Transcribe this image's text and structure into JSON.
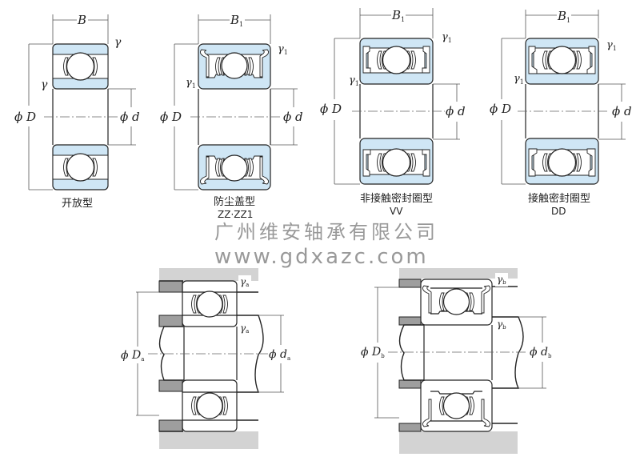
{
  "figures": {
    "open": {
      "caption": "开放型",
      "code": "",
      "width_label": "B",
      "radius_label": "γ",
      "outer_label": "ϕ D",
      "bore_label": "ϕ d"
    },
    "shield": {
      "caption": "防尘盖型",
      "code": "ZZ·ZZ1",
      "width_label": "B",
      "width_sub": "1",
      "radius_label": "γ",
      "radius_sub": "1",
      "outer_label": "ϕ D",
      "bore_label": "ϕ d"
    },
    "noncontact_seal": {
      "caption": "非接触密封圈型",
      "code": "VV",
      "width_label": "B",
      "width_sub": "1",
      "radius_label": "γ",
      "radius_sub": "1",
      "outer_label": "ϕ D",
      "bore_label": "ϕ d"
    },
    "contact_seal": {
      "caption": "接触密封圈型",
      "code": "DD",
      "width_label": "B",
      "width_sub": "1",
      "radius_label": "γ",
      "radius_sub": "1",
      "outer_label": "ϕ D",
      "bore_label": "ϕ d"
    },
    "mount_a": {
      "radius_label": "γ",
      "radius_sub": "a",
      "housing_label": "ϕ D",
      "housing_sub": "a",
      "shaft_label": "ϕ d",
      "shaft_sub": "a"
    },
    "mount_b": {
      "radius_label": "γ",
      "radius_sub": "b",
      "housing_label": "ϕ D",
      "housing_sub": "b",
      "shaft_label": "ϕ d",
      "shaft_sub": "b"
    }
  },
  "watermark": {
    "company": "广州维安轴承有限公司",
    "url": "www.gdxazc.com"
  },
  "colors": {
    "ring_fill": "#cfe6f5",
    "housing_fill": "#d3d3d3",
    "spacer_fill": "#9e9e9e"
  }
}
